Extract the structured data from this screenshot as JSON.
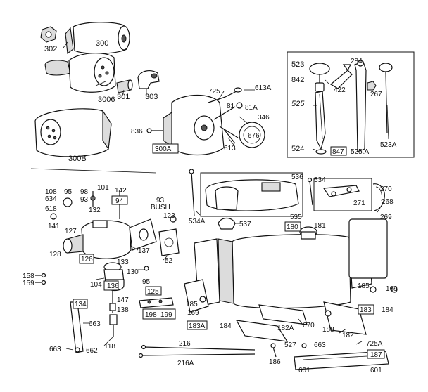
{
  "labels": {
    "p302": "302",
    "p300": "300",
    "p3006": "3006",
    "p301": "301",
    "p303": "303",
    "p300B": "300B",
    "p725": "725",
    "p613A": "613A",
    "p81": "81",
    "p81A": "81A",
    "p346": "346",
    "p676": "676",
    "p836": "836",
    "p300A": "300A",
    "p613": "613",
    "p523": "523",
    "p284": "284",
    "p842": "842",
    "p422": "422",
    "p267": "267",
    "p525": "525",
    "p524": "524",
    "p847": "847",
    "p525A": "525.A",
    "p523A": "523A",
    "p536": "536",
    "p534": "534",
    "p270": "270",
    "p268": "268",
    "p271": "271",
    "p269": "269",
    "p535": "535",
    "p534A": "534A",
    "p537": "537",
    "p180": "180",
    "p181": "181",
    "p108": "108",
    "p95a": "95",
    "p98": "98",
    "p101": "101",
    "p142": "142",
    "p634": "634",
    "p93a": "93",
    "p618": "618",
    "p132": "132",
    "p94": "94",
    "p93bush": "93",
    "pbush": "BUSH",
    "p141": "141",
    "p127": "127",
    "p123": "123",
    "p128": "128",
    "p126": "126",
    "p137": "137",
    "p52": "52",
    "p133": "133",
    "p130": "130",
    "p95b": "95",
    "p158": "158",
    "p159": "159",
    "p104": "104",
    "p136": "136",
    "p125": "125",
    "p134": "134",
    "p147": "147",
    "p138": "138",
    "p198": "198",
    "p199": "199",
    "p663a": "663",
    "p118": "118",
    "p663b": "663",
    "p662": "662",
    "p185a": "185",
    "p169a": "169",
    "p183A": "183A",
    "p184a": "184",
    "p182A": "182A",
    "p670": "670",
    "p188": "188",
    "p182": "182",
    "p185b": "185",
    "p169b": "169",
    "p183": "183",
    "p184b": "184",
    "p216": "216",
    "p216A": "216A",
    "p186": "186",
    "p527": "527",
    "p663c": "663",
    "p725A": "725A",
    "p187": "187",
    "p601a": "601",
    "p601b": "601"
  }
}
